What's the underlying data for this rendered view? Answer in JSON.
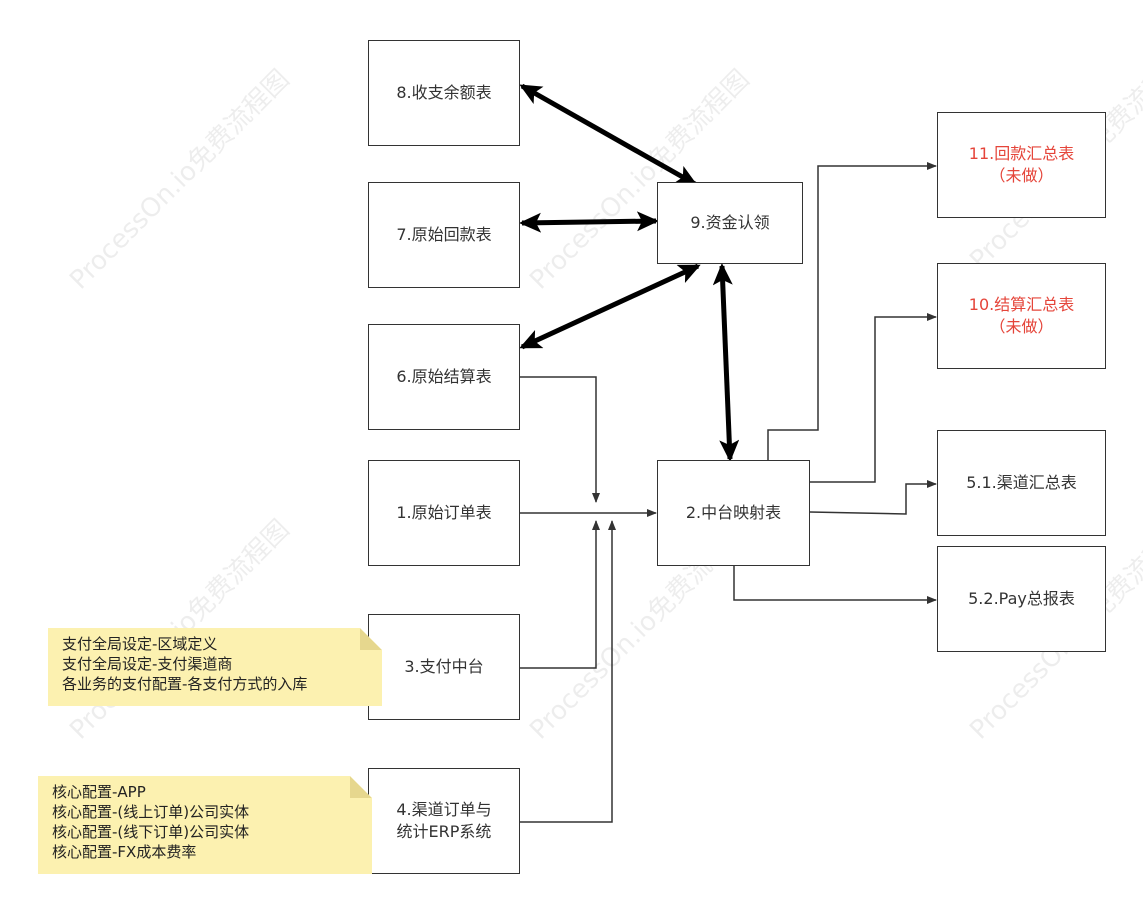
{
  "watermark": "ProcessOn.io免费流程图",
  "colors": {
    "todo": "#e5453a",
    "line": "#333333",
    "note_bg": "#fcf1b0"
  },
  "nodes": {
    "n8": {
      "label": "8.收支余额表"
    },
    "n7": {
      "label": "7.原始回款表"
    },
    "n6": {
      "label": "6.原始结算表"
    },
    "n1": {
      "label": "1.原始订单表"
    },
    "n3": {
      "label": "3.支付中台"
    },
    "n4": {
      "label": "4.渠道订单与\n统计ERP系统"
    },
    "n9": {
      "label": "9.资金认领"
    },
    "n2": {
      "label": "2.中台映射表"
    },
    "n11": {
      "label": "11.回款汇总表\n（未做）"
    },
    "n10": {
      "label": "10.结算汇总表\n（未做）"
    },
    "n51": {
      "label": "5.1.渠道汇总表"
    },
    "n52": {
      "label": "5.2.Pay总报表"
    }
  },
  "notes": {
    "payment": {
      "lines": [
        "支付全局设定-区域定义",
        "支付全局设定-支付渠道商",
        "各业务的支付配置-各支付方式的入库"
      ]
    },
    "core": {
      "lines": [
        "核心配置-APP",
        "核心配置-(线上订单)公司实体",
        "核心配置-(线下订单)公司实体",
        "核心配置-FX成本费率"
      ]
    }
  }
}
